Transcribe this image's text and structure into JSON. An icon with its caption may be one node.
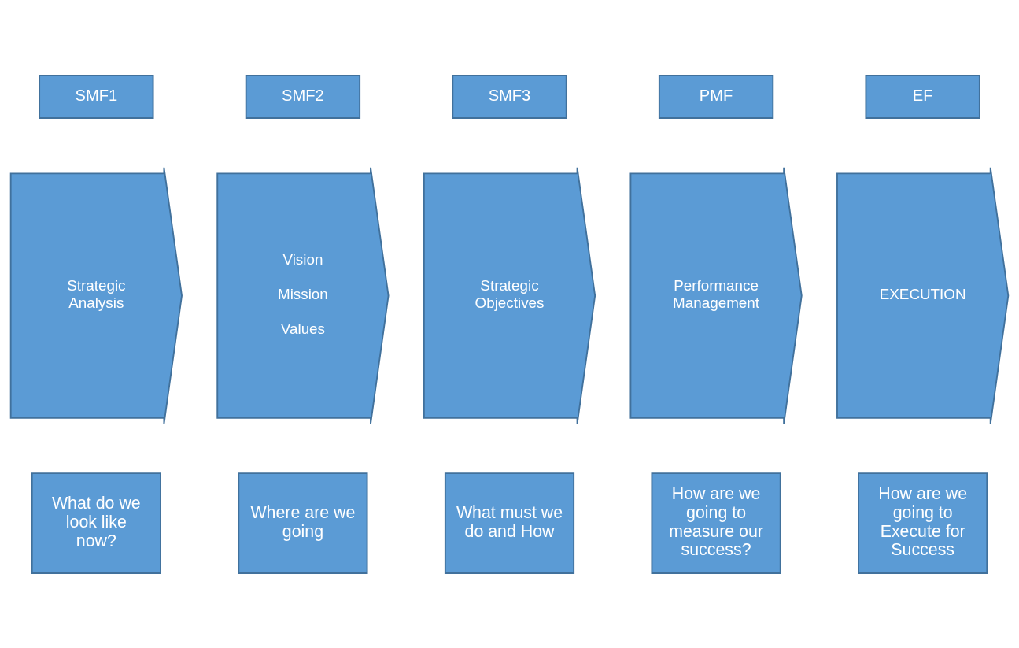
{
  "diagram": {
    "nodes": [
      {
        "text": [
          "SMF1"
        ]
      },
      {
        "text": [
          "SMF2"
        ]
      },
      {
        "text": [
          "SMF3"
        ]
      },
      {
        "text": [
          "PMF"
        ]
      },
      {
        "text": [
          "EF"
        ]
      },
      {
        "text": [
          "Strategic Analysis"
        ]
      },
      {
        "text": [
          "Vision",
          "Mission",
          "Values"
        ]
      },
      {
        "text": [
          "Strategic Objectives"
        ]
      },
      {
        "text": [
          "Performance Management"
        ]
      },
      {
        "text": [
          "EXECUTION"
        ]
      },
      {
        "text": [
          "What do we look like now?"
        ]
      },
      {
        "text": [
          "Where are we going"
        ]
      },
      {
        "text": [
          "What must we do and How"
        ]
      },
      {
        "text": [
          "How are we going to measure our success?"
        ]
      },
      {
        "text": [
          "How are we going to Execute for Success"
        ]
      }
    ]
  }
}
